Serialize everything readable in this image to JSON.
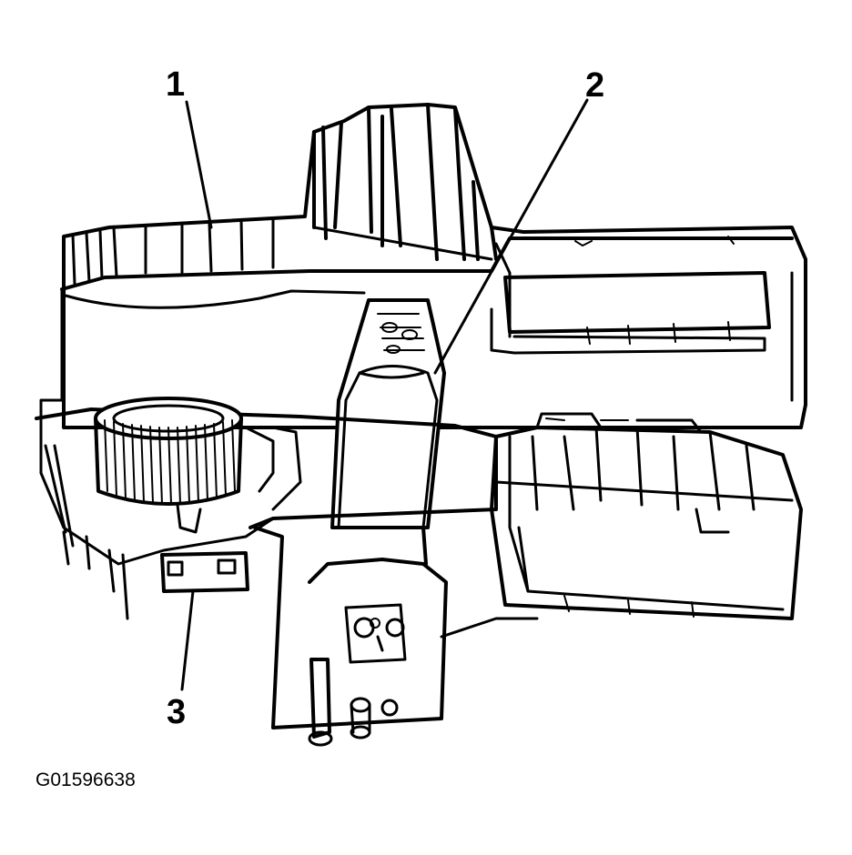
{
  "diagram": {
    "callouts": [
      {
        "id": "1",
        "label": "1"
      },
      {
        "id": "2",
        "label": "2"
      },
      {
        "id": "3",
        "label": "3"
      }
    ],
    "figure_id": "G01596638"
  },
  "colors": {
    "line": "#000000",
    "background": "#ffffff"
  }
}
